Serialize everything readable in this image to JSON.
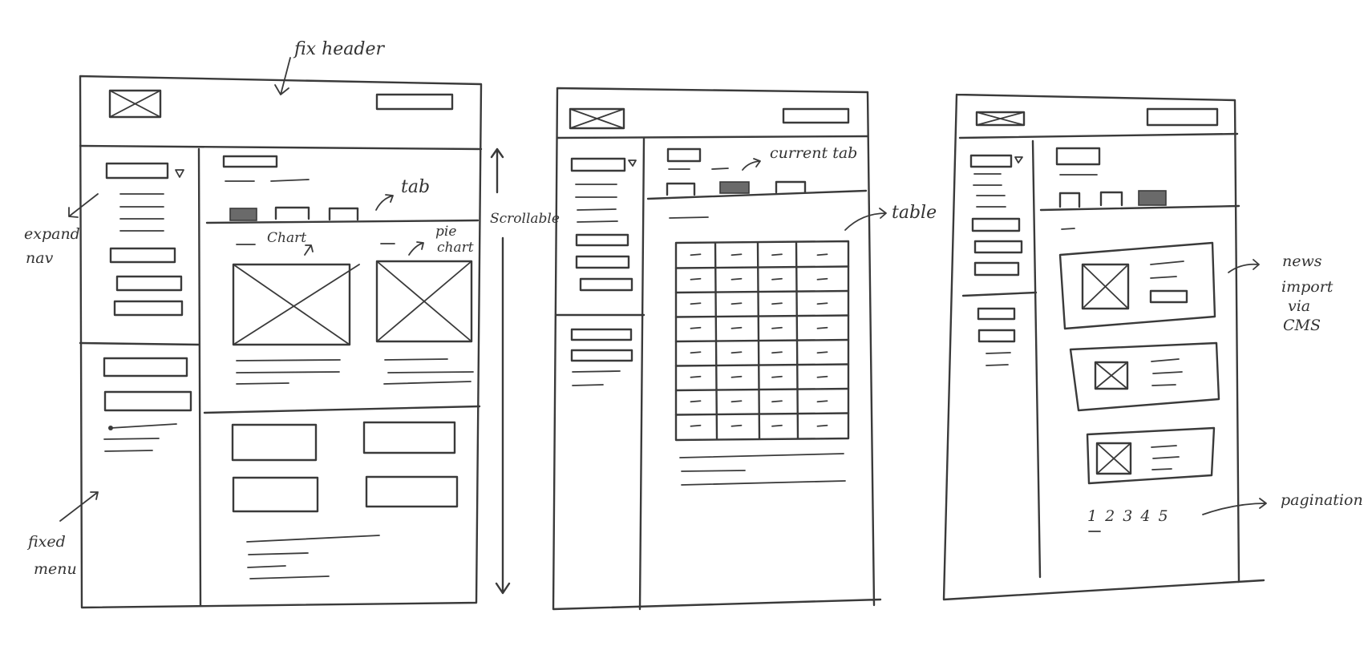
{
  "annotations": {
    "fix_header": "fix header",
    "tab": "tab",
    "expand_nav": [
      "expand",
      "nav"
    ],
    "scrollable": "Scrollable",
    "chart": "Chart",
    "pie_chart": [
      "pie",
      "chart"
    ],
    "fixed_menu": [
      "fixed",
      "menu"
    ],
    "current_tab": "current tab",
    "table": "table",
    "news_import": [
      "news",
      "import",
      "via",
      "CMS"
    ],
    "pagination": "pagination"
  },
  "pagination_numbers": "1 2 3 4 5",
  "colors": {
    "ink": "#3a3a3a",
    "paper": "#ffffff"
  },
  "icons": [
    "image-placeholder-icon",
    "dropdown-triangle-icon",
    "arrow-icon"
  ]
}
